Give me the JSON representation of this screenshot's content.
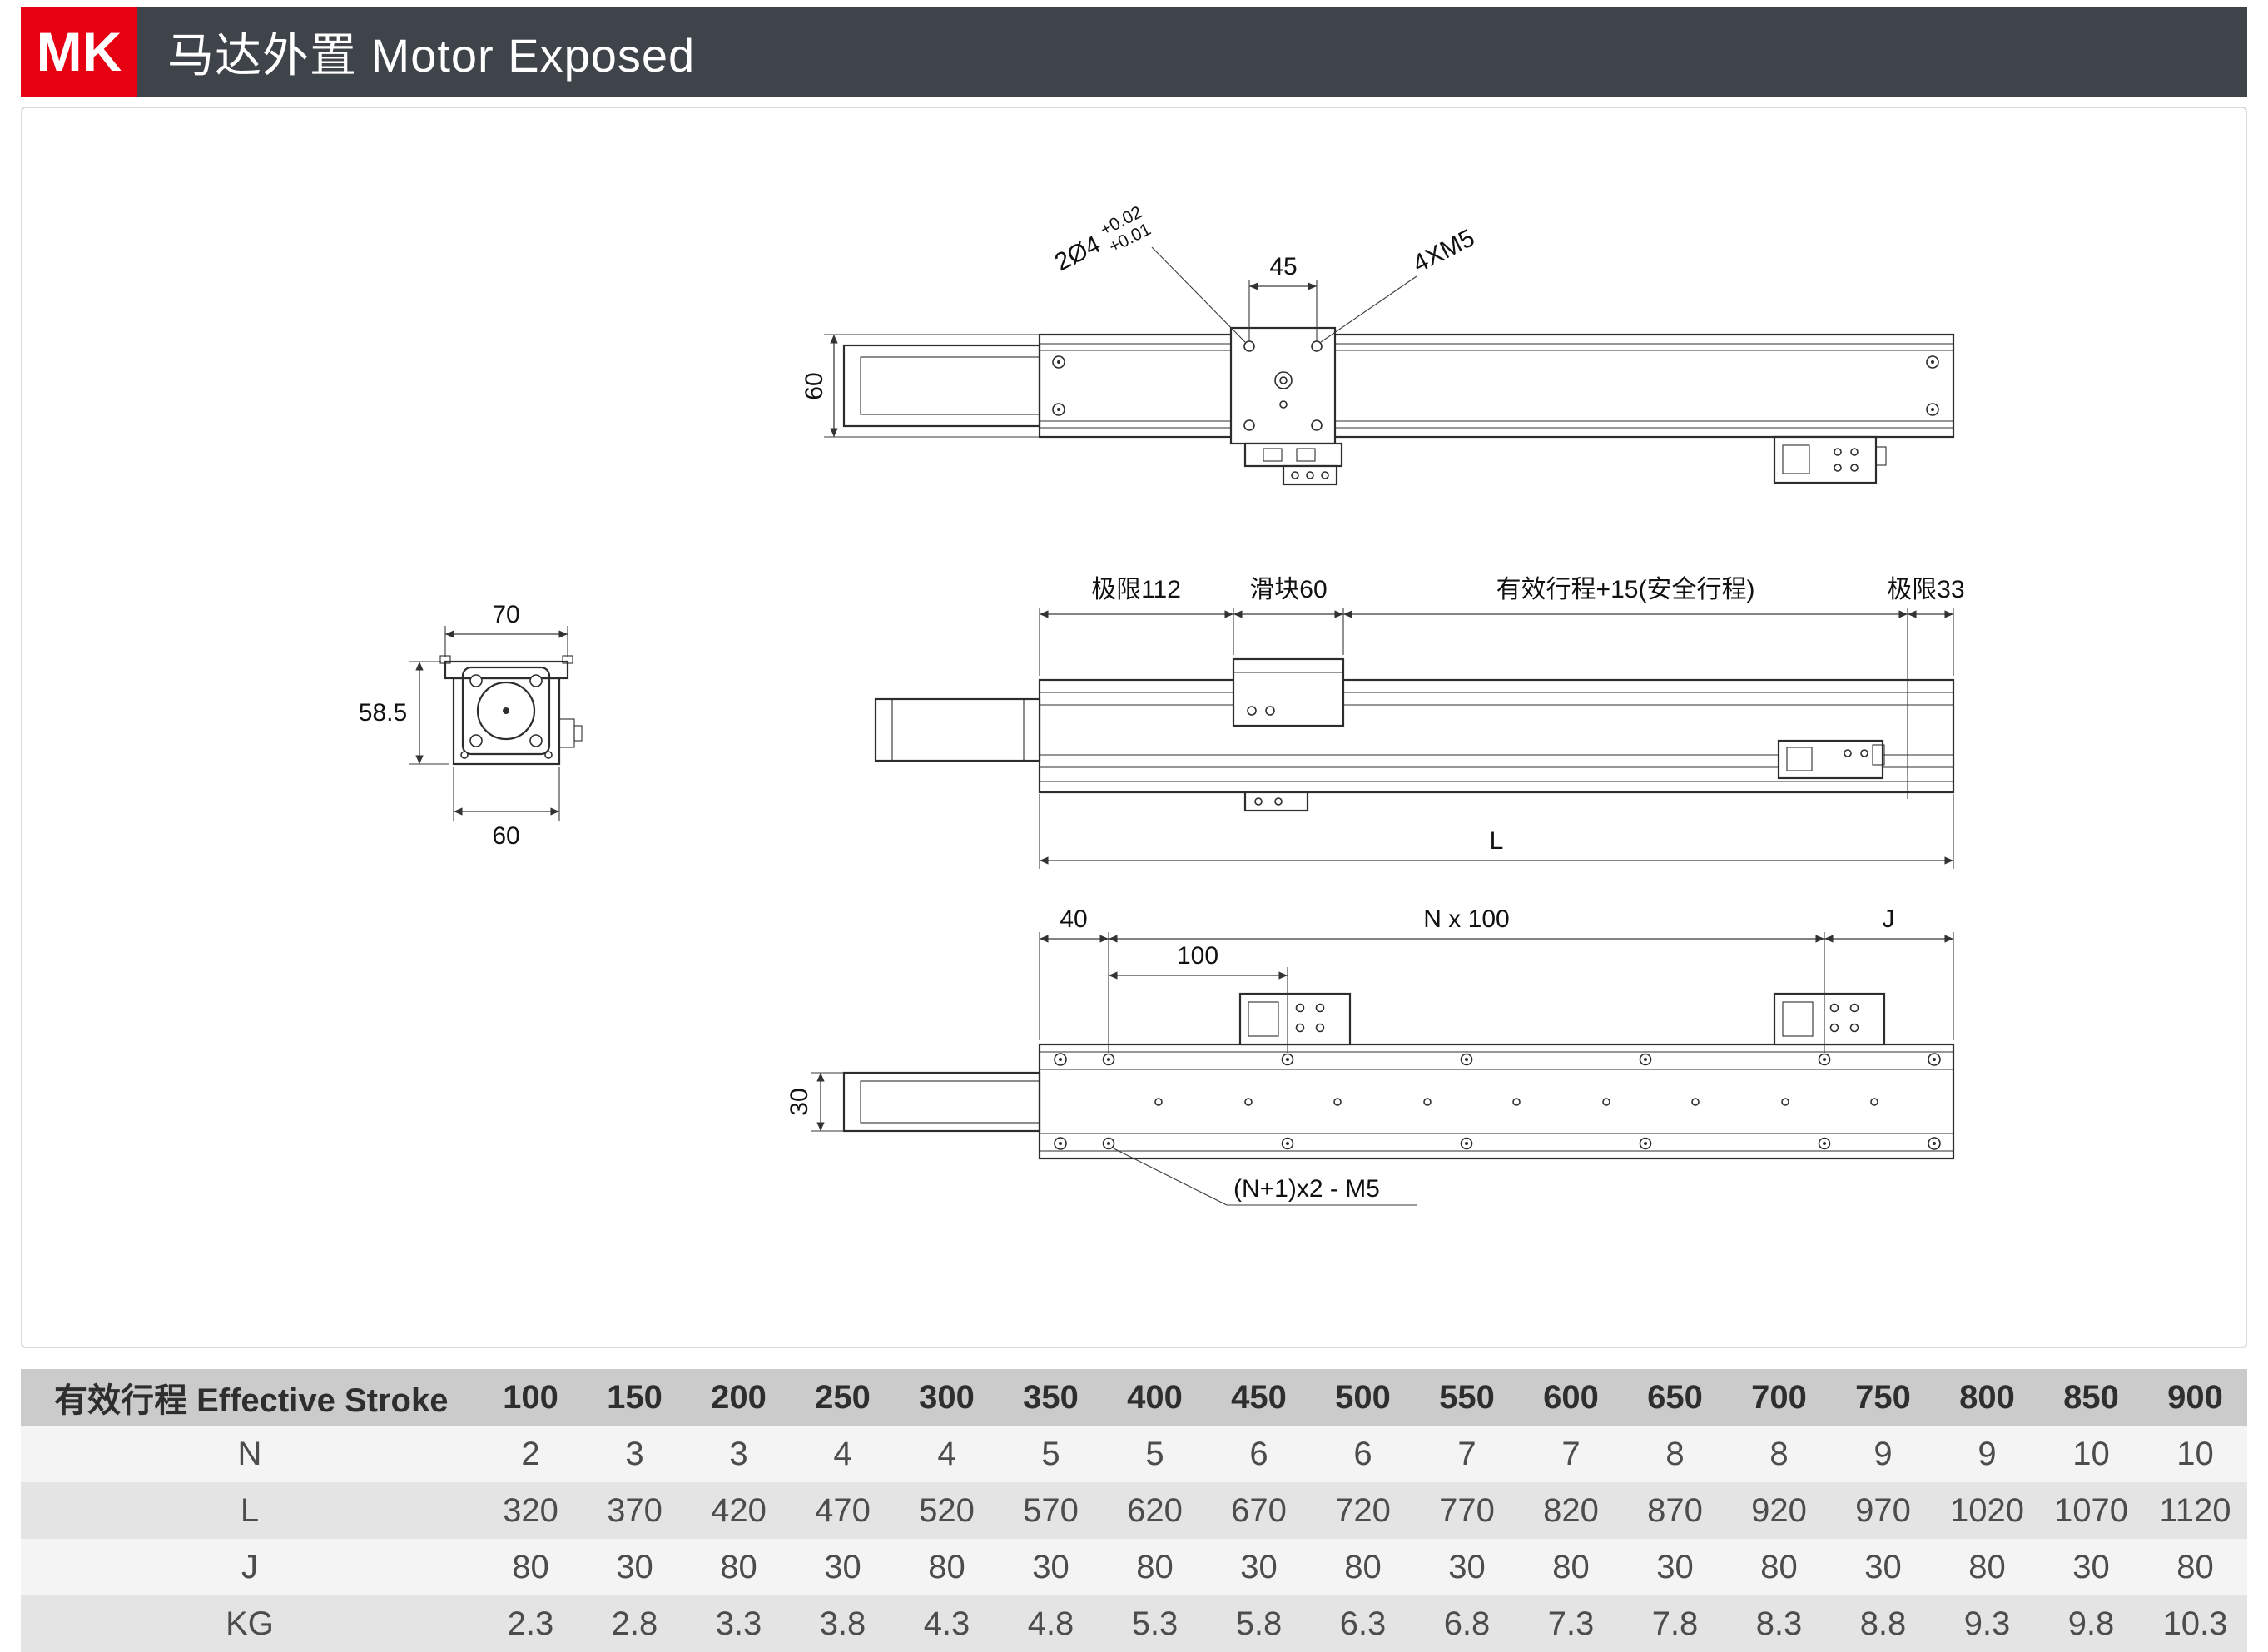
{
  "header": {
    "badge": "MK",
    "title": "马达外置 Motor Exposed"
  },
  "drawing": {
    "top_view": {
      "hole_callout": "2Ø4",
      "tolerance_upper": "+0.02",
      "tolerance_lower": "+0.01",
      "thread_callout": "4XM5",
      "dim_45": "45",
      "dim_60": "60"
    },
    "section_view": {
      "dim_70": "70",
      "dim_58_5": "58.5",
      "dim_60": "60"
    },
    "side_view": {
      "limit_left": "极限112",
      "slider": "滑块60",
      "stroke": "有效行程+15(安全行程)",
      "limit_right": "极限33",
      "dim_L": "L"
    },
    "bottom_view": {
      "dim_40": "40",
      "dim_nx100": "N x 100",
      "dim_J": "J",
      "dim_100": "100",
      "dim_30": "30",
      "mount_callout": "(N+1)x2 - M5"
    }
  },
  "table": {
    "header_label": "有效行程 Effective Stroke",
    "strokes": [
      "100",
      "150",
      "200",
      "250",
      "300",
      "350",
      "400",
      "450",
      "500",
      "550",
      "600",
      "650",
      "700",
      "750",
      "800",
      "850",
      "900"
    ],
    "rows": [
      {
        "label": "N",
        "values": [
          "2",
          "3",
          "3",
          "4",
          "4",
          "5",
          "5",
          "6",
          "6",
          "7",
          "7",
          "8",
          "8",
          "9",
          "9",
          "10",
          "10"
        ]
      },
      {
        "label": "L",
        "values": [
          "320",
          "370",
          "420",
          "470",
          "520",
          "570",
          "620",
          "670",
          "720",
          "770",
          "820",
          "870",
          "920",
          "970",
          "1020",
          "1070",
          "1120"
        ]
      },
      {
        "label": "J",
        "values": [
          "80",
          "30",
          "80",
          "30",
          "80",
          "30",
          "80",
          "30",
          "80",
          "30",
          "80",
          "30",
          "80",
          "30",
          "80",
          "30",
          "80"
        ]
      },
      {
        "label": "KG",
        "values": [
          "2.3",
          "2.8",
          "3.3",
          "3.8",
          "4.3",
          "4.8",
          "5.3",
          "5.8",
          "6.3",
          "6.8",
          "7.3",
          "7.8",
          "8.3",
          "8.8",
          "9.3",
          "9.8",
          "10.3"
        ]
      }
    ]
  },
  "colors": {
    "accent_red": "#e60012",
    "header_bar": "#3f444b",
    "table_head_bg": "#cbcbcb",
    "row_light": "#f4f4f4",
    "row_dark": "#e4e4e4"
  }
}
